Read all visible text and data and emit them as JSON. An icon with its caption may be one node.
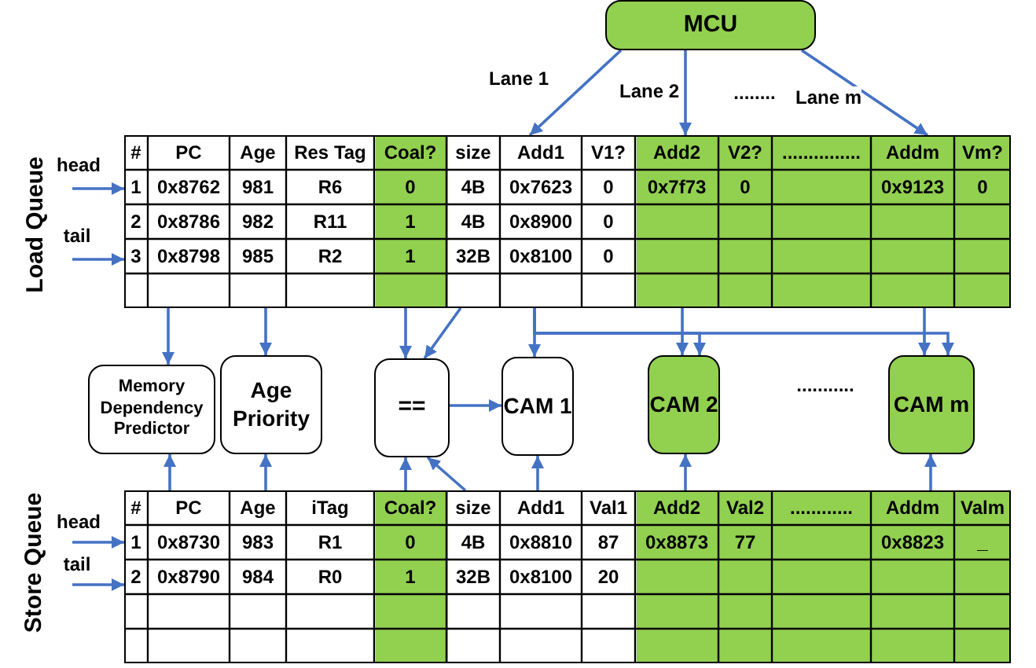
{
  "diagram": {
    "nodes": [
      {
        "text": [
          "MCU"
        ]
      },
      {
        "text": [
          "Load Queue"
        ]
      },
      {
        "text": [
          "Memory Dependency Predictor"
        ]
      },
      {
        "text": [
          "Age Priority"
        ]
      },
      {
        "text": [
          "=="
        ]
      },
      {
        "text": [
          "CAM 1"
        ]
      },
      {
        "text": [
          "CAM 2"
        ]
      },
      {
        "text": [
          "CAM m"
        ]
      },
      {
        "text": [],
        "shape": "box"
      }
    ],
    "edges": [
      {
        "from": 0,
        "to": 1,
        "arrow": "to",
        "label": "Lane 1"
      },
      {
        "from": 0,
        "to": 1,
        "arrow": "to",
        "label": "Lane 2"
      },
      {
        "from": 0,
        "to": 1,
        "arrow": "to",
        "label": "Lane m"
      },
      {
        "from": null,
        "to": 1,
        "arrow": "to",
        "label": "head"
      },
      {
        "from": null,
        "to": 1,
        "arrow": "to",
        "label": "tail"
      },
      {
        "from": 1,
        "to": 2,
        "arrow": "to"
      },
      {
        "from": 1,
        "to": 3,
        "arrow": "to"
      },
      {
        "from": 1,
        "to": 4,
        "arrow": "to"
      },
      {
        "from": 1,
        "to": 4,
        "arrow": "to"
      },
      {
        "from": 1,
        "to": 5,
        "arrow": "to"
      },
      {
        "from": 1,
        "to": 6,
        "arrow": "to"
      },
      {
        "from": 1,
        "to": 6,
        "arrow": "to"
      },
      {
        "from": 1,
        "to": 7,
        "arrow": "to"
      },
      {
        "from": 1,
        "to": 7,
        "arrow": "to"
      },
      {
        "from": 4,
        "to": 5,
        "arrow": "to"
      },
      {
        "from": null,
        "to": 8,
        "arrow": "to",
        "label": "head"
      },
      {
        "from": null,
        "to": 8,
        "arrow": "to",
        "label": "tail"
      },
      {
        "from": 8,
        "to": 2,
        "arrow": "to"
      },
      {
        "from": 8,
        "to": 3,
        "arrow": "to"
      },
      {
        "from": 8,
        "to": 4,
        "arrow": "to"
      },
      {
        "from": 8,
        "to": 4,
        "arrow": "to"
      },
      {
        "from": 8,
        "to": 5,
        "arrow": "to"
      },
      {
        "from": 8,
        "to": 6,
        "arrow": "to"
      },
      {
        "from": 8,
        "to": 7,
        "arrow": "to"
      }
    ],
    "labels": [
      "........",
      "#",
      "PC",
      "Age",
      "Res Tag",
      "Coal?",
      "size",
      "Add1",
      "V1?",
      "Add2",
      "V2?",
      "...............",
      "Addm",
      "Vm?",
      "1",
      "0x8762",
      "981",
      "R6",
      "0",
      "4B",
      "0x7623",
      "0",
      "0x7f73",
      "0",
      "0x9123",
      "0",
      "2",
      "0x8786",
      "982",
      "R11",
      "1",
      "4B",
      "0x8900",
      "0",
      "3",
      "0x8798",
      "985",
      "R2",
      "1",
      "32B",
      "0x8100",
      "0",
      "...........",
      "Store Queue",
      "#",
      "PC",
      "Age",
      "iTag",
      "Coal?",
      "size",
      "Add1",
      "Val1",
      "Add2",
      "Val2",
      "............",
      "Addm",
      "Valm",
      "1",
      "0x8730",
      "983",
      "R1",
      "0",
      "4B",
      "0x8810",
      "87",
      "0x8873",
      "77",
      "0x8823",
      "_",
      "2",
      "0x8790",
      "984",
      "R0",
      "1",
      "32B",
      "0x8100",
      "20"
    ]
  }
}
